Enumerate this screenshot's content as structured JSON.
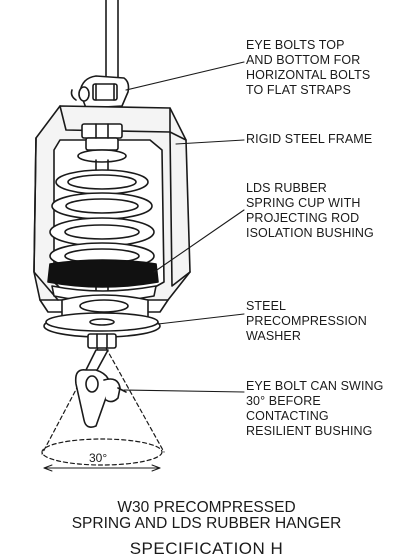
{
  "callouts": {
    "eye_bolts": [
      "EYE BOLTS TOP",
      "AND BOTTOM FOR",
      "HORIZONTAL BOLTS",
      "TO FLAT STRAPS"
    ],
    "frame": [
      "RIGID STEEL FRAME"
    ],
    "cup": [
      "LDS RUBBER",
      "SPRING CUP WITH",
      "PROJECTING ROD",
      "ISOLATION BUSHING"
    ],
    "washer": [
      "STEEL",
      "PRECOMPRESSION",
      "WASHER"
    ],
    "swing": [
      "EYE BOLT CAN SWING",
      "30° BEFORE",
      "CONTACTING",
      "RESILIENT BUSHING"
    ]
  },
  "angle_label": "30°",
  "caption": {
    "line1": "W30 PRECOMPRESSED",
    "line2": "SPRING AND LDS RUBBER HANGER",
    "line3": "SPECIFICATION H"
  },
  "colors": {
    "ink": "#1a1a1a",
    "frame_fill": "#f4f4f4",
    "rubber": "#111111"
  }
}
